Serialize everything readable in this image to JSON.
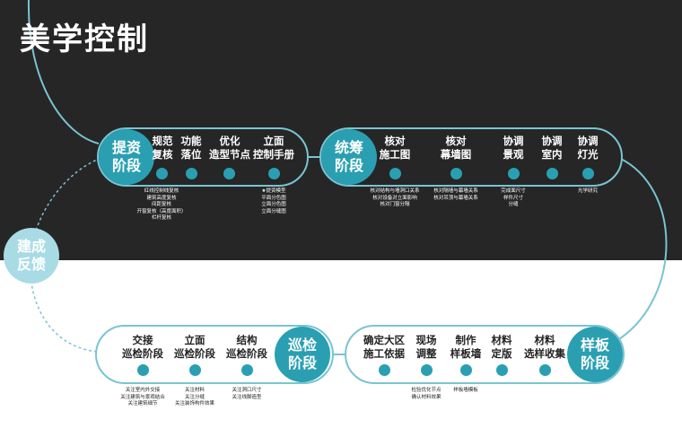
{
  "page_title": "美学控制",
  "groups": {
    "top_left": {
      "label": "提资\n阶段",
      "steps": [
        {
          "label": "规范\n复核",
          "note": "红线控制线复核\n建筑高度复核\n间距复核\n开窗复核（高度面积）\n栏杆复核"
        },
        {
          "label": "功能\n落位",
          "note": ""
        },
        {
          "label": "优化\n造型节点",
          "note": ""
        },
        {
          "label": "立面\n控制手册",
          "note": "★提资模型\n平面分色图\n立面分色图\n立面分缝图"
        }
      ]
    },
    "top_right": {
      "label": "统筹\n阶段",
      "steps": [
        {
          "label": "核对\n施工图",
          "note": "核对结构与墙洞口关系\n核对设备对立面影响\n核对门窗分隔"
        },
        {
          "label": "核对\n幕墙图",
          "note": "核对隔墙与幕墙关系\n核对吊顶与幕墙关系"
        },
        {
          "label": "协调\n景观",
          "note": "完成面尺寸\n样件尺寸\n分缝"
        },
        {
          "label": "协调\n室内",
          "note": ""
        },
        {
          "label": "协调\n灯光",
          "note": "光学研究"
        }
      ]
    },
    "side_label": "建成\n反馈",
    "bottom_left": {
      "label": "巡检\n阶段",
      "steps": [
        {
          "label": "交接\n巡检阶段",
          "note": "关注室内外交接\n关注建筑与景观结合\n关注建筑细节"
        },
        {
          "label": "立面\n巡检阶段",
          "note": "关注材料\n关注分缝\n关注装饰构件效果"
        },
        {
          "label": "结构\n巡检阶段",
          "note": "关注洞口尺寸\n关注线脚造型"
        }
      ]
    },
    "bottom_right": {
      "label": "样板\n阶段",
      "steps": [
        {
          "label": "确定大区\n施工依据",
          "note": ""
        },
        {
          "label": "现场\n调整",
          "note": "检验优化节点\n确认材料效果"
        },
        {
          "label": "制作\n样板墙",
          "note": "样板墙模板"
        },
        {
          "label": "材料\n定版",
          "note": ""
        },
        {
          "label": "材料\n选样收集",
          "note": ""
        }
      ]
    }
  },
  "colors": {
    "accent": "#2a9fb2",
    "line": "#79c4d2",
    "dark": "#262626",
    "pale": "#a9dbe5"
  }
}
